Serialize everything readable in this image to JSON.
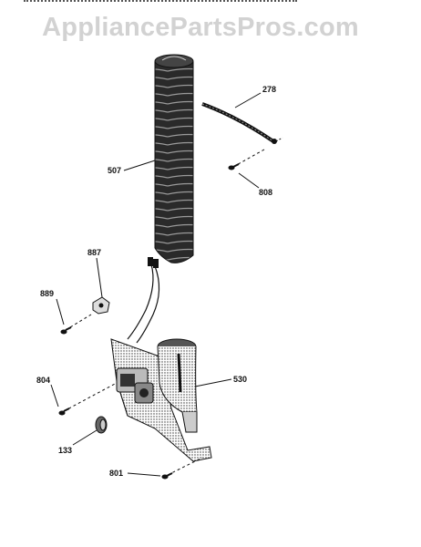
{
  "watermark": "AppliancePartsPros.com",
  "parts": {
    "p278": "278",
    "p507": "507",
    "p808": "808",
    "p887": "887",
    "p889": "889",
    "p530": "530",
    "p804": "804",
    "p133": "133",
    "p801": "801"
  },
  "colors": {
    "ink": "#111111",
    "watermark": "#d2d2d2"
  }
}
